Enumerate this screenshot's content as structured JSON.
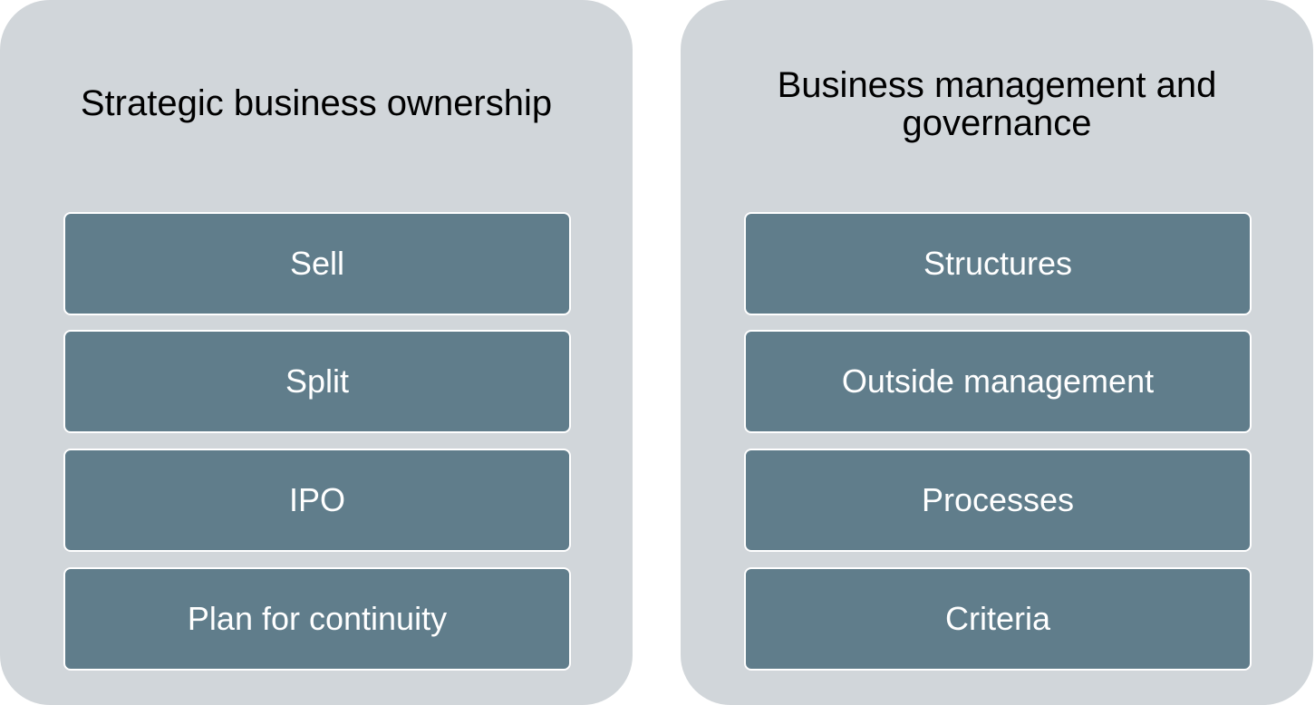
{
  "panels": [
    {
      "title": "Strategic business ownership",
      "items": [
        "Sell",
        "Split",
        "IPO",
        "Plan for continuity"
      ]
    },
    {
      "title": "Business management and governance",
      "items": [
        "Structures",
        "Outside management",
        "Processes",
        "Criteria"
      ]
    }
  ],
  "colors": {
    "panel_background": "#d1d6da",
    "item_background": "#607d8b",
    "item_border": "#ffffff",
    "title_text": "#000000",
    "item_text": "#ffffff"
  }
}
